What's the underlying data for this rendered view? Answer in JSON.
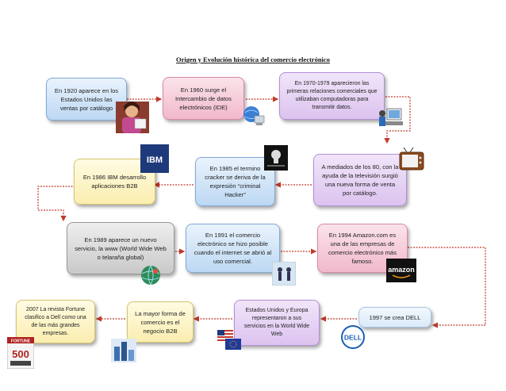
{
  "title": "Origen y Evolución histórica del comercio electrónico",
  "boxes": {
    "b1920": "En 1920 aparece en los Estados Unidos las ventas por catálogo",
    "b1960": "En 1960 surge el Intercambio de datos electrónicos (IDE)",
    "b1970": "En 1970-1979 aparecieron las primeras relaciones comerciales que utilizaban computadoras para transmitir datos.",
    "b80": "A mediados de los 80, con la ayuda de la televisión surgió una nueva forma de venta por catálogo.",
    "b1985": "En 1985 el termino cracker se deriva de la expresión “criminal Hacker”",
    "b1986": "En 1986 IBM desarrollo aplicaciones B2B",
    "b1989": "En 1989 aparece un nuevo servicio, la www (World Wide Web o telaraña global)",
    "b1991": "En 1991 el comercio electrónico se hizo posible cuando el internet se abrió al uso comercial.",
    "b1994": "En 1994 Amazon.com es una de las empresas de comercio electrónico más famoso.",
    "b1997": "1997 se crea DELL",
    "bEuropa": "Estados Unidos y Europa representaron a sus servicios en la World Wide Web",
    "bB2B": "La mayor forma de comercio es el negocio B2B",
    "b2007": "2007 La revista Fortune clasifico a Dell como una de las más grandes empresas."
  },
  "icons": {
    "ibm": "IBM",
    "amazon": "amazon",
    "dell": "DELL",
    "fortune": "FORTUNE",
    "fortune_num": "500"
  },
  "colors": {
    "arrow": "#c0392b",
    "blue": "#bcd8f3",
    "pink": "#f1b9cb",
    "purple": "#dcc3ef",
    "yellow": "#fbeeb0",
    "grey": "#c9c9c9"
  }
}
